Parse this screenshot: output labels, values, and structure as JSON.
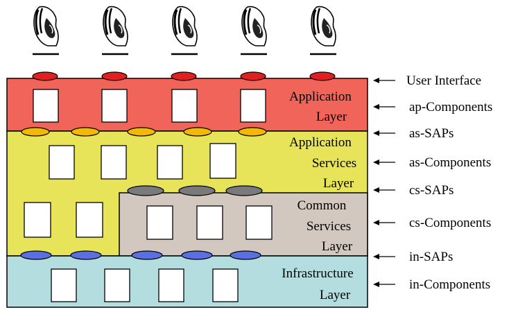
{
  "layers": {
    "application": {
      "line1": "Application",
      "line2": "Layer",
      "color": "#f0645a"
    },
    "application_services": {
      "line1": "Application",
      "line2": "Services",
      "line3": "Layer",
      "color": "#e8e45a"
    },
    "common_services": {
      "line1": "Common",
      "line2": "Services",
      "line3": "Layer",
      "color": "#d3c8c0"
    },
    "infrastructure": {
      "line1": "Infrastructure",
      "line2": "Layer",
      "color": "#b4dde0"
    }
  },
  "labels": {
    "user_interface": "User Interface",
    "ap_components": "ap-Components",
    "as_saps": "as-SAPs",
    "as_components": "as-Components",
    "cs_saps": "cs-SAPs",
    "cs_components": "cs-Components",
    "in_saps": "in-SAPs",
    "in_components": "in-Components"
  },
  "sap_colors": {
    "user_interface": "#e02020",
    "as": "#f5b800",
    "cs": "#7a7a7a",
    "in": "#5a6fe0"
  },
  "icons": {
    "user_icon": "user-head-icon",
    "user_count": 5
  }
}
